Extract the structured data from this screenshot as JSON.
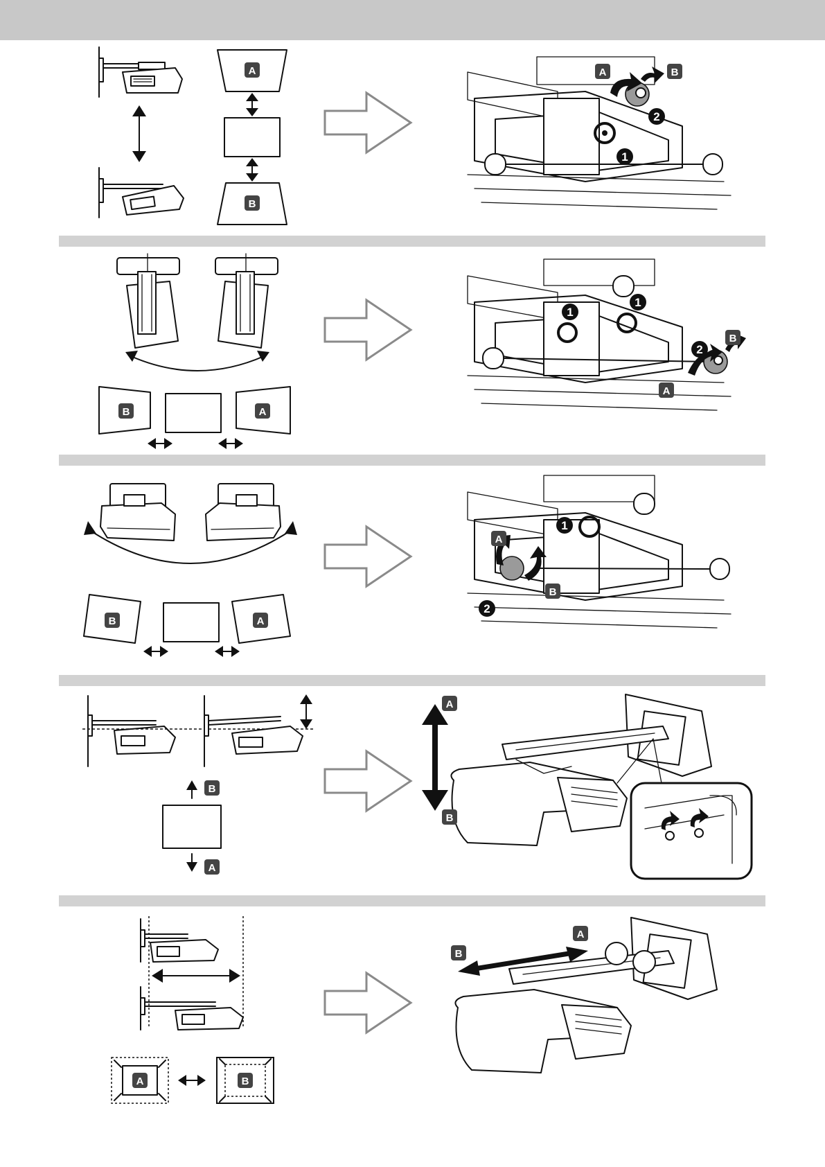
{
  "labels": {
    "a": "A",
    "b": "B"
  },
  "steps": {
    "one": "1",
    "two": "2"
  },
  "panels": [
    {
      "id": "vertical-keystone"
    },
    {
      "id": "horizontal-keystone"
    },
    {
      "id": "rotation"
    },
    {
      "id": "height"
    },
    {
      "id": "image-size"
    }
  ],
  "icons": [
    "double-arrow-icon",
    "right-arrow-icon",
    "rotate-arrow-icon",
    "callout-magnifier-icon"
  ],
  "colors": {
    "header": "#c8c8c8",
    "divider": "#d2d2d2",
    "badge": "#444444",
    "outline_arrow": "#8a8a8a"
  }
}
